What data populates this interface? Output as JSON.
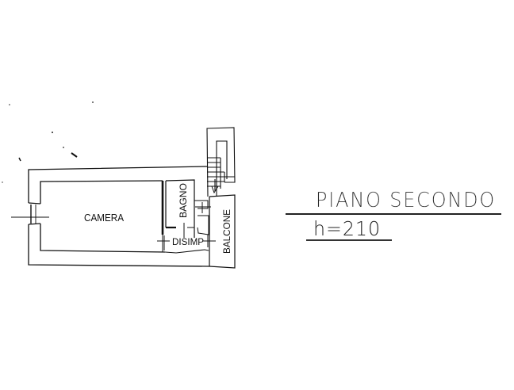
{
  "drawing": {
    "type": "floor-plan",
    "floor_title": "PIANO SECONDO",
    "height_label": "h=210",
    "rooms": [
      {
        "id": "camera",
        "label": "CAMERA",
        "orientation": "horizontal"
      },
      {
        "id": "bagno",
        "label": "BAGNO",
        "orientation": "vertical"
      },
      {
        "id": "disimp",
        "label": "DISIMP",
        "orientation": "horizontal"
      },
      {
        "id": "balcone",
        "label": "BALCONE",
        "orientation": "vertical"
      }
    ],
    "features": [
      "staircase",
      "window-left",
      "door-marks"
    ],
    "colors": {
      "ink": "#111111",
      "paper": "#ffffff"
    }
  }
}
